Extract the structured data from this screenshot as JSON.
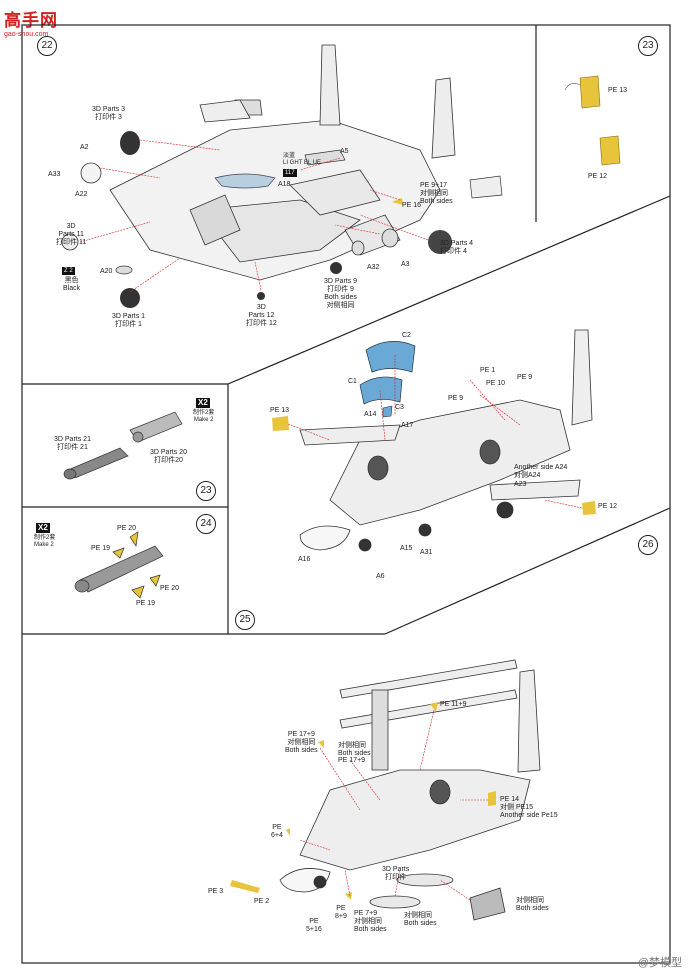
{
  "logo": {
    "text": "高手网",
    "url": "gao-shou.com"
  },
  "watermark": "@梦模型",
  "steps": {
    "s22": "22",
    "s23a": "23",
    "s23b": "23",
    "s24": "24",
    "s25": "25",
    "s26": "26"
  },
  "step22": {
    "parts3": "3D Parts 3",
    "parts3_cn": "打印件 3",
    "a2": "A2",
    "a33": "A33",
    "a22": "A22",
    "parts11": "3D",
    "parts11b": "Parts 11",
    "parts11_cn": "打印件 11",
    "color_num": "Z 2",
    "color_cn": "黑色",
    "color_en": "Black",
    "a20": "A20",
    "parts1": "3D Parts 1",
    "parts1_cn": "打印件 1",
    "parts12": "3D",
    "parts12b": "Parts 12",
    "parts12_cn": "打印件 12",
    "a5": "A5",
    "lb_cn": "淡蓝",
    "lb_en": "LI GHT BL UE",
    "lb_code": "117",
    "a18": "A18",
    "pe917": "PE 9+17",
    "pe917_cn": "对侧相同",
    "pe917_en": "Both sides",
    "pe16": "PE 16",
    "parts4": "3D Parts 4",
    "parts4_cn": "打印件 4",
    "a32": "A32",
    "a3": "A3",
    "parts9": "3D Parts 9",
    "parts9_cn": "打印件 9",
    "parts9_en": "Both sides",
    "parts9_cn2": "对侧相同"
  },
  "step23a": {
    "pe13": "PE 13",
    "pe12": "PE 12"
  },
  "step23b": {
    "x2": "X2",
    "x2_cn": "制作2套",
    "x2_en": "Make 2",
    "parts21": "3D Parts 21",
    "parts21_cn": "打印件 21",
    "parts20": "3D Parts 20",
    "parts20_cn": "打印件20"
  },
  "step24": {
    "x2": "X2",
    "x2_cn": "制作2套",
    "x2_en": "Make 2",
    "pe20a": "PE 20",
    "pe19a": "PE 19",
    "pe20b": "PE 20",
    "pe19b": "PE 19"
  },
  "step26": {
    "c2": "C2",
    "c1": "C1",
    "c3": "C3",
    "a14": "A14",
    "a17": "A17",
    "pe13": "PE 13",
    "pe1": "PE 1",
    "pe9a": "PE 9",
    "pe10": "PE 10",
    "pe9b": "PE 9",
    "a24": "Another side A24",
    "a24_cn": "对侧A24",
    "a23": "A23",
    "pe12": "PE 12",
    "a16": "A16",
    "a15": "A15",
    "a31": "A31",
    "a6": "A6"
  },
  "step25": {
    "pe119": "PE 11+9",
    "pe179": "PE 17+9",
    "pe179_cn": "对侧相同",
    "pe179_en": "Both sides",
    "cn_mid": "对侧相同",
    "en_mid": "Both sides",
    "pe179b": "PE 17+9",
    "pe14": "PE 14",
    "pe15_cn": "对侧 PE15",
    "pe15_en": "Another side Pe15",
    "pe64": "PE",
    "pe64b": "6+4",
    "pe3": "PE 3",
    "pe2": "PE 2",
    "pe89": "PE",
    "pe89b": "8+9",
    "pe516": "PE",
    "pe516b": "5+16",
    "pe79": "PE 7+9",
    "pe79_cn": "对侧相同",
    "pe79_en": "Both sides",
    "parts3d": "3D Parts",
    "parts3d_cn": "打印件",
    "bs_cn": "对侧相同",
    "bs_en": "Both sides",
    "bs2_cn": "对侧相同",
    "bs2_en": "Both sides"
  }
}
